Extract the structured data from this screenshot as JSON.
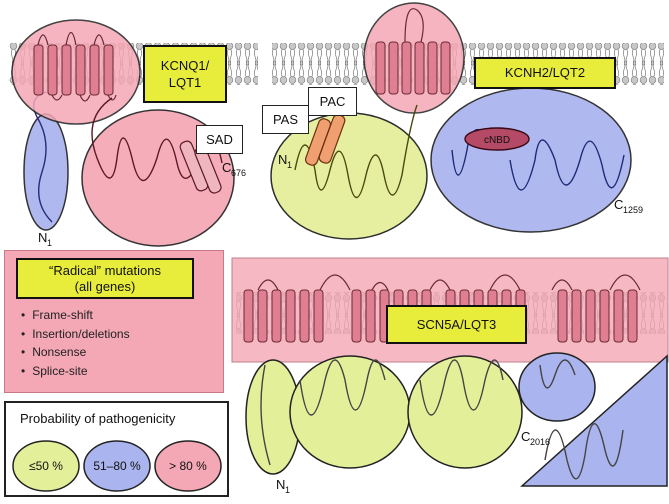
{
  "labels": {
    "kcnq1": "KCNQ1/\nLQT1",
    "kcnq1_line1": "KCNQ1/",
    "kcnq1_line2": "LQT1",
    "kcnh2": "KCNH2/LQT2",
    "scn5a": "SCN5A/LQT3",
    "sad": "SAD",
    "pas": "PAS",
    "pac": "PAC",
    "cnbd": "cNBD"
  },
  "termini": {
    "n_kcnq1": "N",
    "n_kcnq1_sub": "1",
    "c_kcnq1": "C",
    "c_kcnq1_sub": "676",
    "n_kcnh2": "N",
    "n_kcnh2_sub": "1",
    "c_kcnh2": "C",
    "c_kcnh2_sub": "1259",
    "n_scn5a": "N",
    "n_scn5a_sub": "1",
    "c_scn5a": "C",
    "c_scn5a_sub": "2016"
  },
  "radical": {
    "title_line1": "“Radical” mutations",
    "title_line2": "(all genes)",
    "items": [
      "Frame-shift",
      "Insertion/deletions",
      "Nonsense",
      "Splice-site"
    ]
  },
  "legend": {
    "title": "Probability of pathogenicity",
    "items": [
      {
        "label": "≤50 %",
        "color": "#e4ef9a"
      },
      {
        "label": "51–80 %",
        "color": "#aab4ee"
      },
      {
        "label": "> 80 %",
        "color": "#f4a7b4"
      }
    ]
  },
  "colors": {
    "low": "#e4ef9a",
    "mid": "#aab4ee",
    "high": "#f4a7b4",
    "label_bg": "#e8ec3a"
  }
}
